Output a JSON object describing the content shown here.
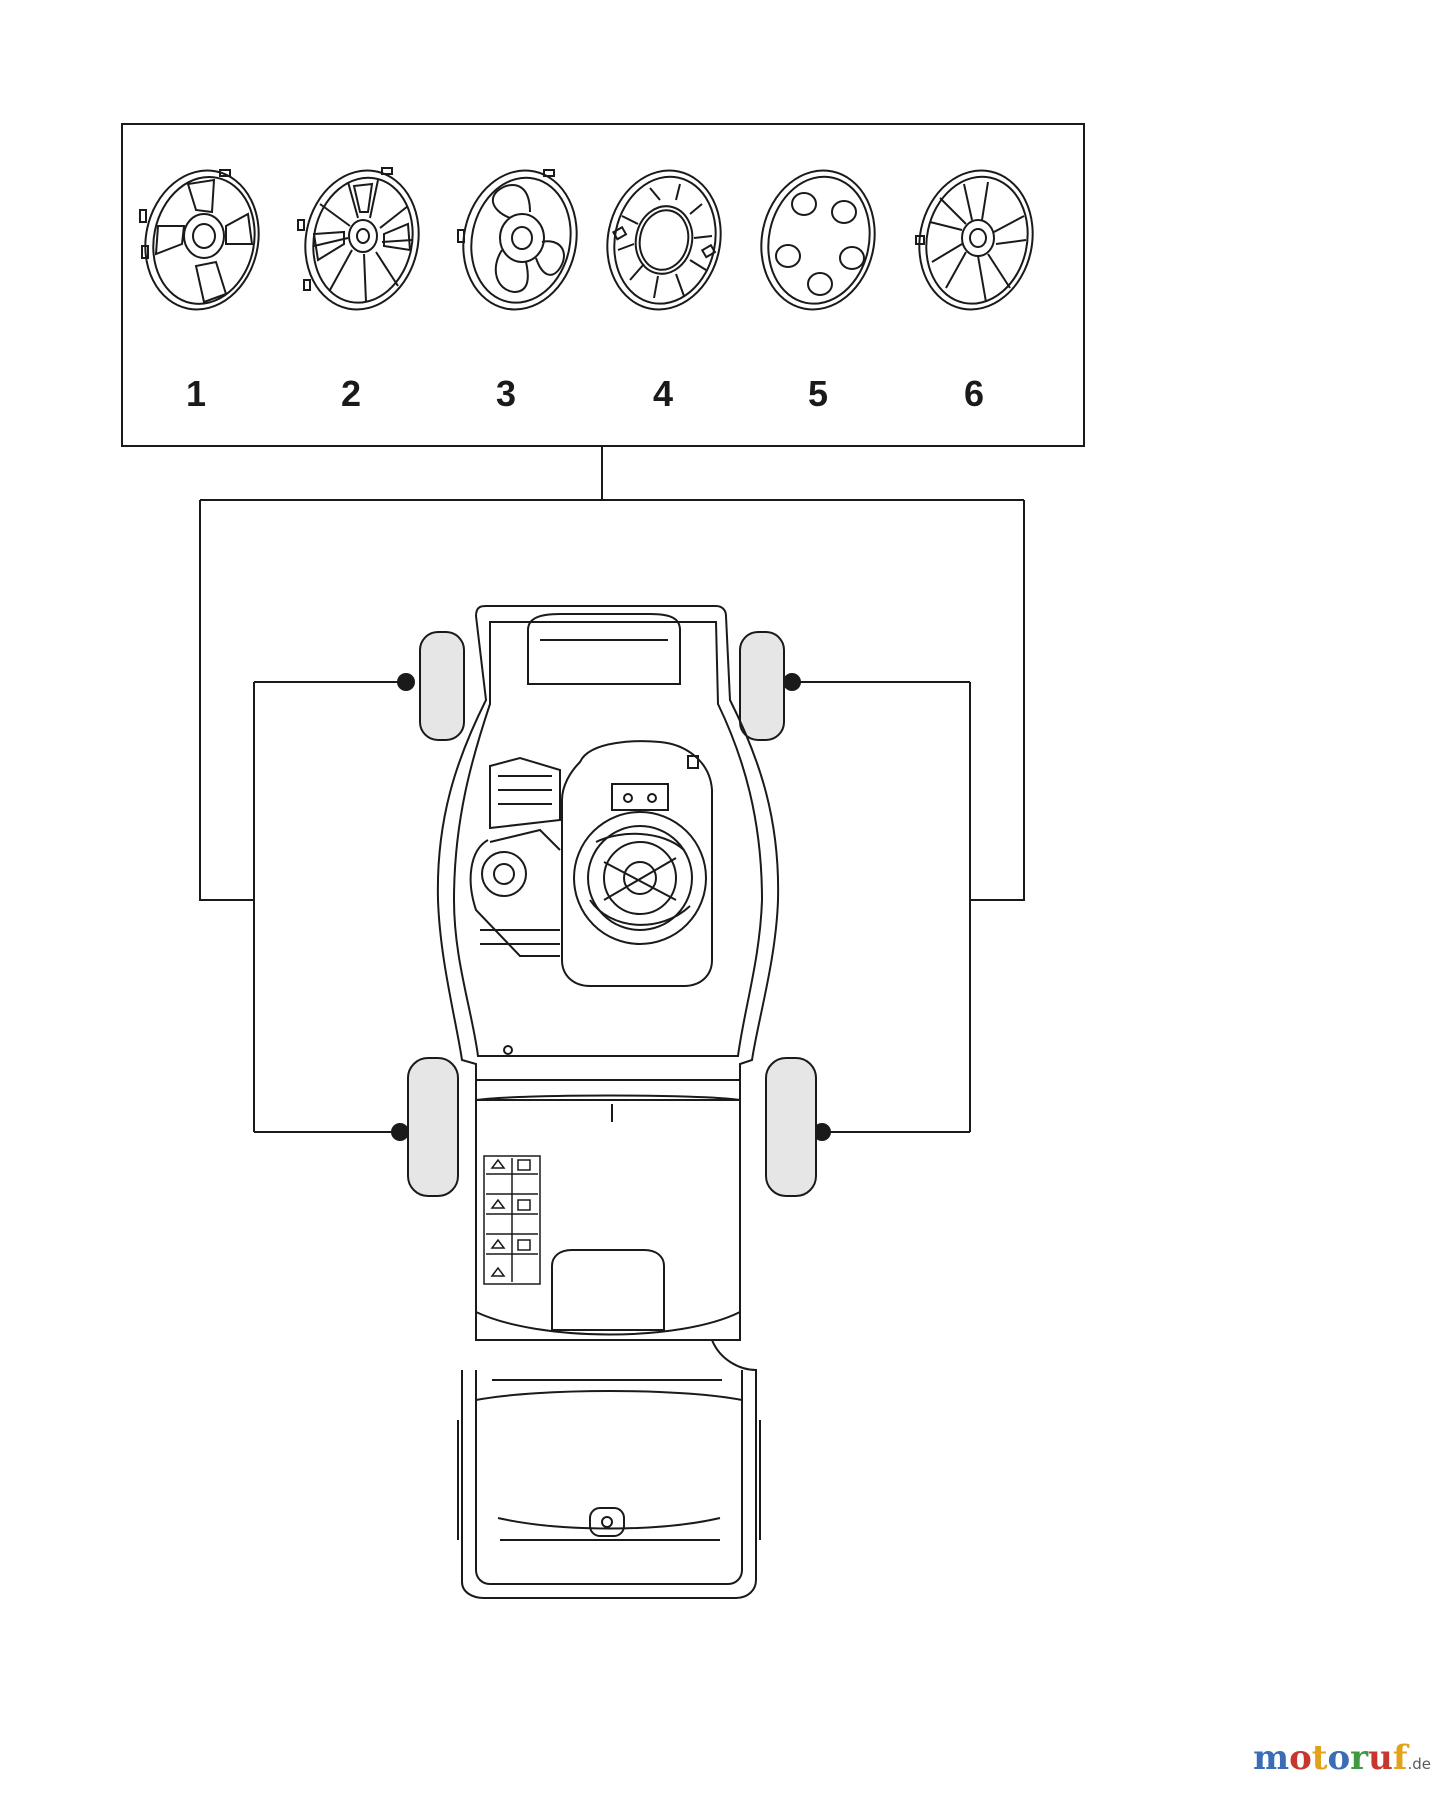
{
  "wheel_caps": [
    {
      "number": "1",
      "style": "hubcap-4-wedge"
    },
    {
      "number": "2",
      "style": "hubcap-multi-spoke"
    },
    {
      "number": "3",
      "style": "hubcap-3-spoke"
    },
    {
      "number": "4",
      "style": "hubcap-ring-slots"
    },
    {
      "number": "5",
      "style": "hubcap-5-hole"
    },
    {
      "number": "6",
      "style": "hubcap-5-twin-spoke"
    }
  ],
  "watermark": {
    "letters": [
      {
        "ch": "m",
        "color": "#3a6db5"
      },
      {
        "ch": "o",
        "color": "#c8372d"
      },
      {
        "ch": "t",
        "color": "#e2a21a"
      },
      {
        "ch": "o",
        "color": "#3a6db5"
      },
      {
        "ch": "r",
        "color": "#3d9a40"
      },
      {
        "ch": "u",
        "color": "#c8372d"
      },
      {
        "ch": "f",
        "color": "#e2a21a"
      }
    ],
    "suffix": ".de"
  },
  "colors": {
    "line": "#1a1a1a",
    "wheel_fill": "#e6e6e6"
  }
}
